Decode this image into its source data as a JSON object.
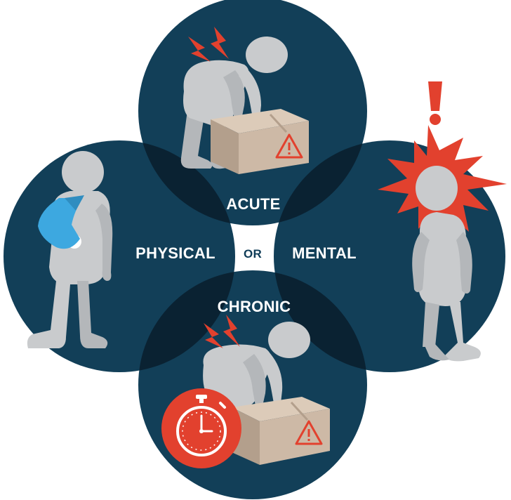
{
  "labels": {
    "top": "ACUTE",
    "left": "PHYSICAL",
    "center": "OR",
    "right": "MENTAL",
    "bottom": "CHRONIC"
  },
  "colors": {
    "circle_fill": "#123f58",
    "overlap_fill": "#0a2232",
    "figure": "#c9cbcd",
    "figure_shade": "#b4b7ba",
    "accent_red": "#e2412e",
    "sling_blue": "#3da8e0",
    "box": "#cdb9a6",
    "box_shade": "#b39f8c",
    "white": "#ffffff"
  },
  "icons": [
    "lightning-bolt-icon",
    "exclamation-icon",
    "starburst-icon",
    "warning-triangle-icon",
    "stopwatch-icon",
    "arm-sling-icon"
  ]
}
